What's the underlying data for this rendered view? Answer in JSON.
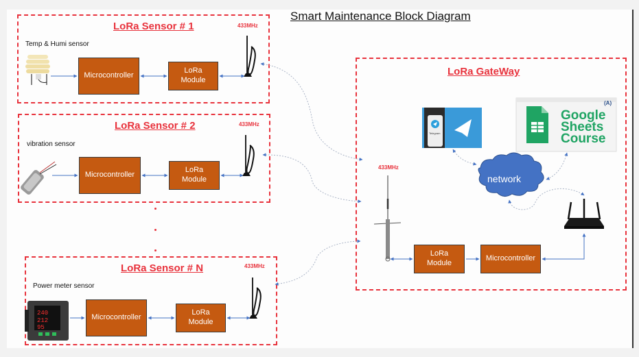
{
  "title": "Smart Maintenance Block Diagram",
  "colors": {
    "accent_red": "#e8323c",
    "block_orange": "#c55a11",
    "arrow_blue": "#4472c4",
    "cloud_blue": "#4472c4",
    "sheets_green": "#1fa463"
  },
  "sensors": [
    {
      "title": "LoRa Sensor # 1",
      "frequency": "433MHz",
      "sensor_label": "Temp & Humi sensor",
      "sensor_icon": "temp-humidity-sensor-icon",
      "mcu_label": "Microcontroller",
      "lora_label_1": "LoRa",
      "lora_label_2": "Module"
    },
    {
      "title": "LoRa Sensor # 2",
      "frequency": "433MHz",
      "sensor_label": "vibration sensor",
      "sensor_icon": "vibration-sensor-icon",
      "mcu_label": "Microcontroller",
      "lora_label_1": "LoRa",
      "lora_label_2": "Module"
    },
    {
      "title": "LoRa Sensor # N",
      "frequency": "433MHz",
      "sensor_label": "Power meter sensor",
      "sensor_icon": "power-meter-icon",
      "mcu_label": "Microcontroller",
      "lora_label_1": "LoRa",
      "lora_label_2": "Module"
    }
  ],
  "gateway": {
    "title": "LoRa GateWay",
    "frequency": "433MHz",
    "lora_label_1": "LoRa",
    "lora_label_2": "Module",
    "mcu_label": "Microcontroller",
    "network_label": "network",
    "telegram_label": "Telegram",
    "sheets_line1": "Google",
    "sheets_line2": "Sheets",
    "sheets_line3": "Course"
  }
}
